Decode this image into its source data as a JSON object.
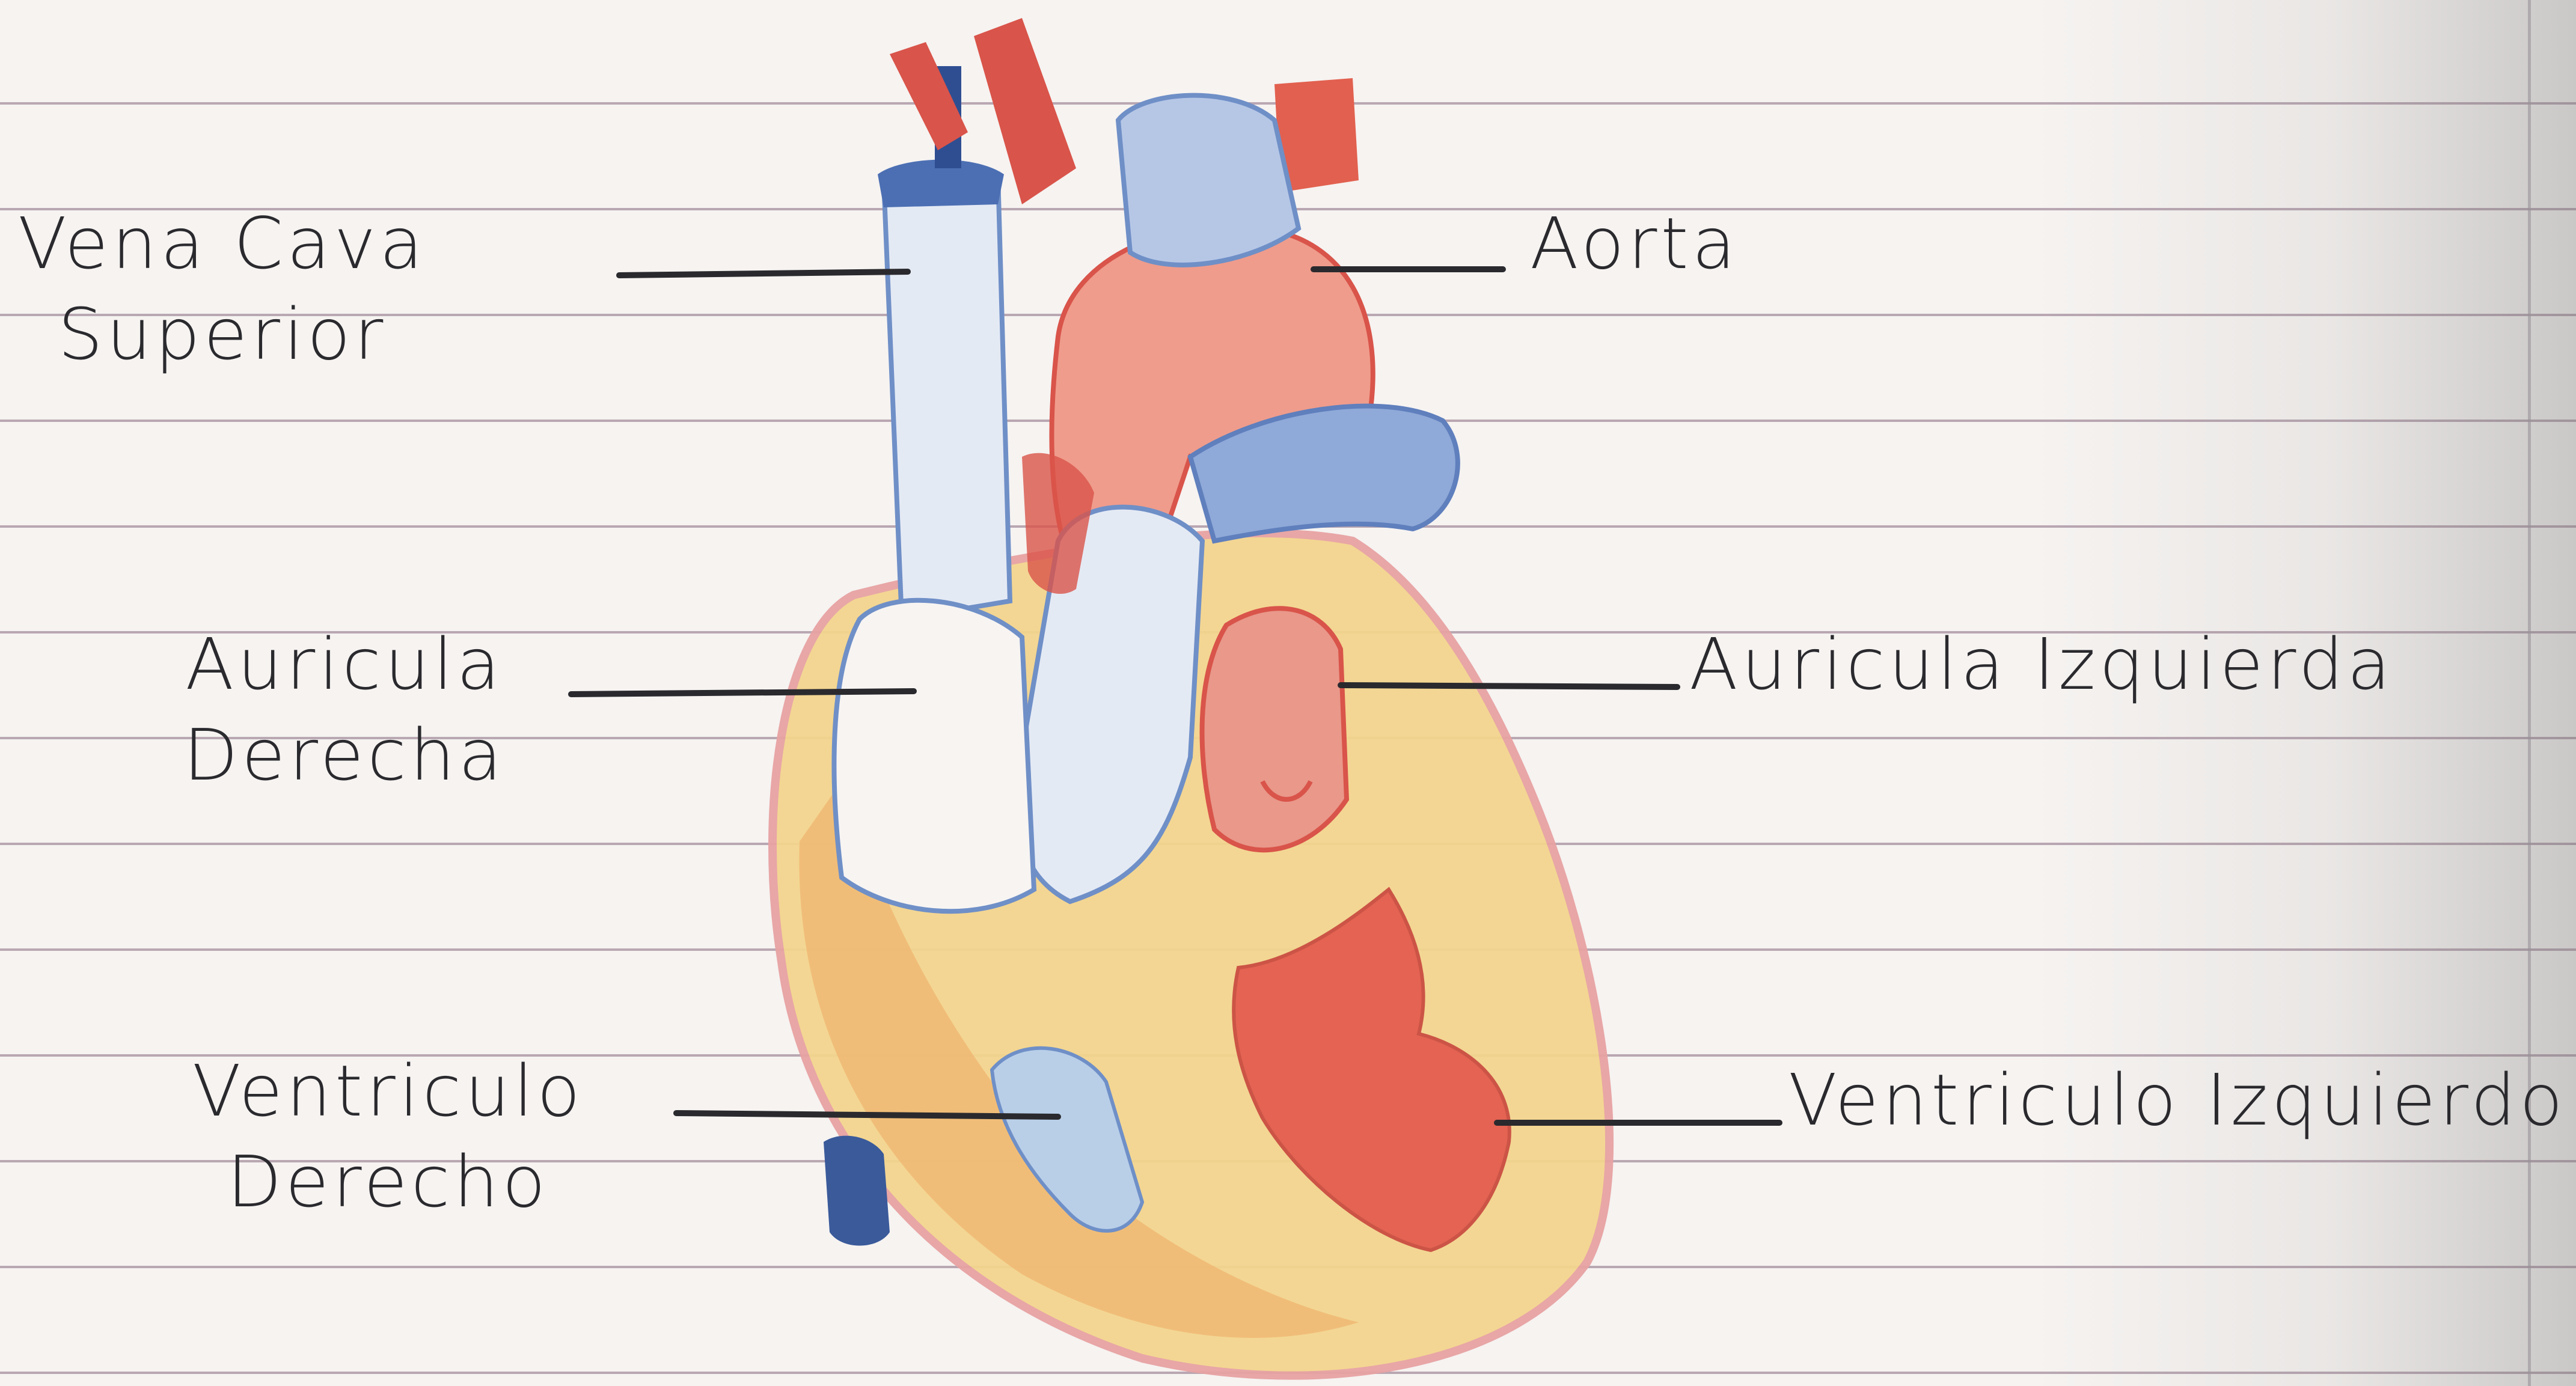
{
  "labels": {
    "vena_cava": {
      "line1": "Vena Cava",
      "line2": "Superior"
    },
    "aorta": "Aorta",
    "auricula_derecha": {
      "line1": "Auricula",
      "line2": "Derecha"
    },
    "auricula_izquierda": "Auricula Izquierda",
    "ventriculo_derecho": {
      "line1": "Ventriculo",
      "line2": "Derecho"
    },
    "ventriculo_izquierdo": "Ventriculo Izquierdo"
  },
  "colors": {
    "ink": "#2a2a2e",
    "artery_red": "#d9544a",
    "light_red": "#ef9c8c",
    "vein_blue": "#6f8fc7",
    "pale_blue": "#dfe6f2",
    "yellow": "#f3d58e",
    "orange": "#efb873",
    "pink_outline": "#e8a2a2",
    "dark_blue": "#3a5a9a"
  }
}
